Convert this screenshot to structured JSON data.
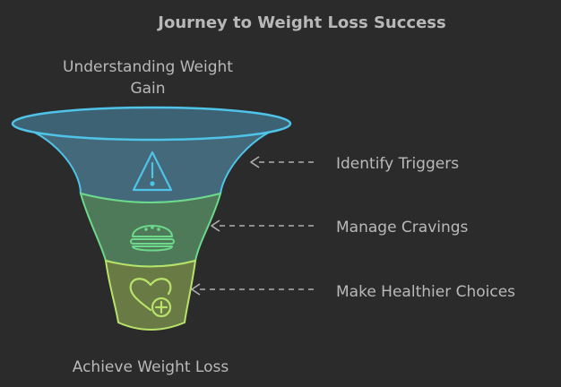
{
  "diagram": {
    "title": "Journey to Weight Loss Success",
    "top_label_line1": "Understanding Weight",
    "top_label_line2": "Gain",
    "bottom_label": "Achieve Weight Loss",
    "stages": [
      {
        "label": "Identify Triggers",
        "icon": "warning-triangle-icon"
      },
      {
        "label": "Manage Cravings",
        "icon": "burger-icon"
      },
      {
        "label": "Make Healthier Choices",
        "icon": "heart-plus-icon"
      }
    ],
    "colors": {
      "background": "#2b2b2b",
      "stage1_stroke": "#4fc3e8",
      "stage1_fill": "#44697a",
      "stage2_stroke": "#6dd98a",
      "stage2_fill": "#4f7a59",
      "stage3_stroke": "#b7e36a",
      "stage3_fill": "#6a7a45",
      "text": "#b9b9b9",
      "connector": "#b0b0b0"
    }
  }
}
